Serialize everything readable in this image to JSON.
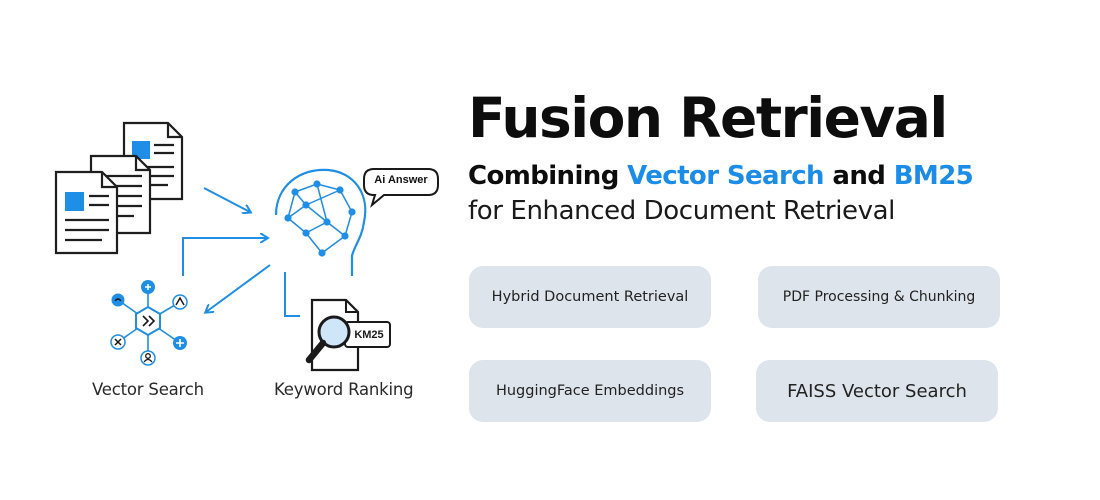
{
  "diagram": {
    "bubble_text": "Ai Answer",
    "bm25_badge": "KM25",
    "vector_search_label": "Vector Search",
    "keyword_ranking_label": "Keyword Ranking",
    "icons": [
      "document-stack-icon",
      "brain-network-icon",
      "speech-bubble-icon",
      "vector-graph-icon",
      "magnifier-document-icon"
    ],
    "accent_color": "#1b8ce8"
  },
  "heading": {
    "title": "Fusion Retrieval",
    "subtitle_prefix": "Combining",
    "subtitle_highlight_1": "Vector Search",
    "subtitle_and": "and",
    "subtitle_highlight_2": "BM25",
    "subtitle_line2": "for Enhanced Document Retrieval"
  },
  "features": {
    "hybrid": "Hybrid Document Retrieval",
    "pdf": "PDF Processing & Chunking",
    "huggingface": "HuggingFace Embeddings",
    "faiss": "FAISS Vector Search"
  }
}
